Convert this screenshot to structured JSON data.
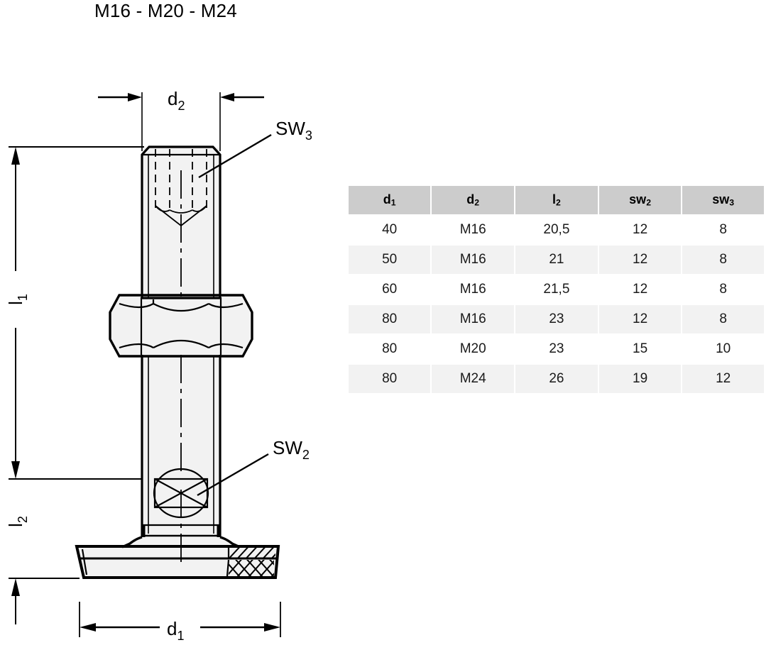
{
  "title": "M16 - M20 - M24",
  "drawing": {
    "labels": {
      "d2": "d",
      "d2_sub": "2",
      "d1": "d",
      "d1_sub": "1",
      "l1": "l",
      "l1_sub": "1",
      "l2": "l",
      "l2_sub": "2",
      "sw3": "SW",
      "sw3_sub": "3",
      "sw2": "SW",
      "sw2_sub": "2"
    },
    "colors": {
      "line": "#000000",
      "fill": "#f2f2f2",
      "background": "#ffffff"
    }
  },
  "table": {
    "headers": [
      {
        "text": "d",
        "sub": "1"
      },
      {
        "text": "d",
        "sub": "2"
      },
      {
        "text": "l",
        "sub": "2"
      },
      {
        "text": "sw",
        "sub": "2"
      },
      {
        "text": "sw",
        "sub": "3"
      }
    ],
    "rows": [
      [
        "40",
        "M16",
        "20,5",
        "12",
        "8"
      ],
      [
        "50",
        "M16",
        "21",
        "12",
        "8"
      ],
      [
        "60",
        "M16",
        "21,5",
        "12",
        "8"
      ],
      [
        "80",
        "M16",
        "23",
        "12",
        "8"
      ],
      [
        "80",
        "M20",
        "23",
        "15",
        "10"
      ],
      [
        "80",
        "M24",
        "26",
        "19",
        "12"
      ]
    ],
    "colors": {
      "header_bg": "#cccccc",
      "row_odd_bg": "#ffffff",
      "row_even_bg": "#f2f2f2",
      "text": "#1a1a1a"
    }
  }
}
